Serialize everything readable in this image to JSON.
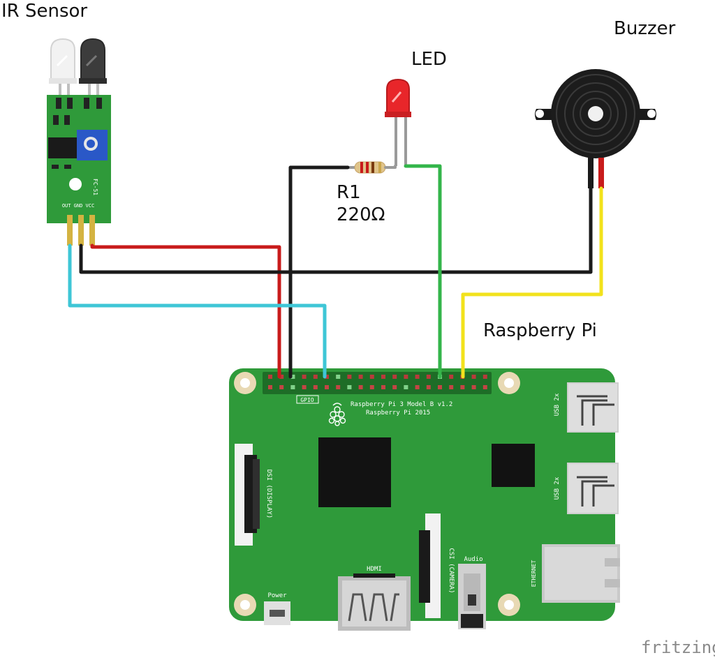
{
  "labels": {
    "ir_sensor": "IR Sensor",
    "led": "LED",
    "buzzer": "Buzzer",
    "resistor_name": "R1",
    "resistor_value": "220Ω",
    "raspberry_pi": "Raspberry Pi"
  },
  "sensor_board": {
    "model": "FC-51",
    "pins": "OUT GND VCC"
  },
  "pi_board": {
    "gpio": "GPIO",
    "model_line1": "Raspberry Pi 3 Model B v1.2",
    "model_line2": "Raspberry Pi 2015",
    "usb1": "USB 2x",
    "usb2": "USB 2x",
    "dsi": "DSI (DISPLAY)",
    "csi": "CSI (CAMERA)",
    "hdmi": "HDMI",
    "audio": "Audio",
    "ethernet": "ETHERNET",
    "power": "Power"
  },
  "watermark": "fritzing",
  "colors": {
    "board_green": "#2f9a3a",
    "wire_red": "#c81b1b",
    "wire_black": "#1a1a1a",
    "wire_cyan": "#3ec6d6",
    "wire_green": "#33b54a",
    "wire_yellow": "#f2e21c",
    "led_red": "#e8262a"
  }
}
